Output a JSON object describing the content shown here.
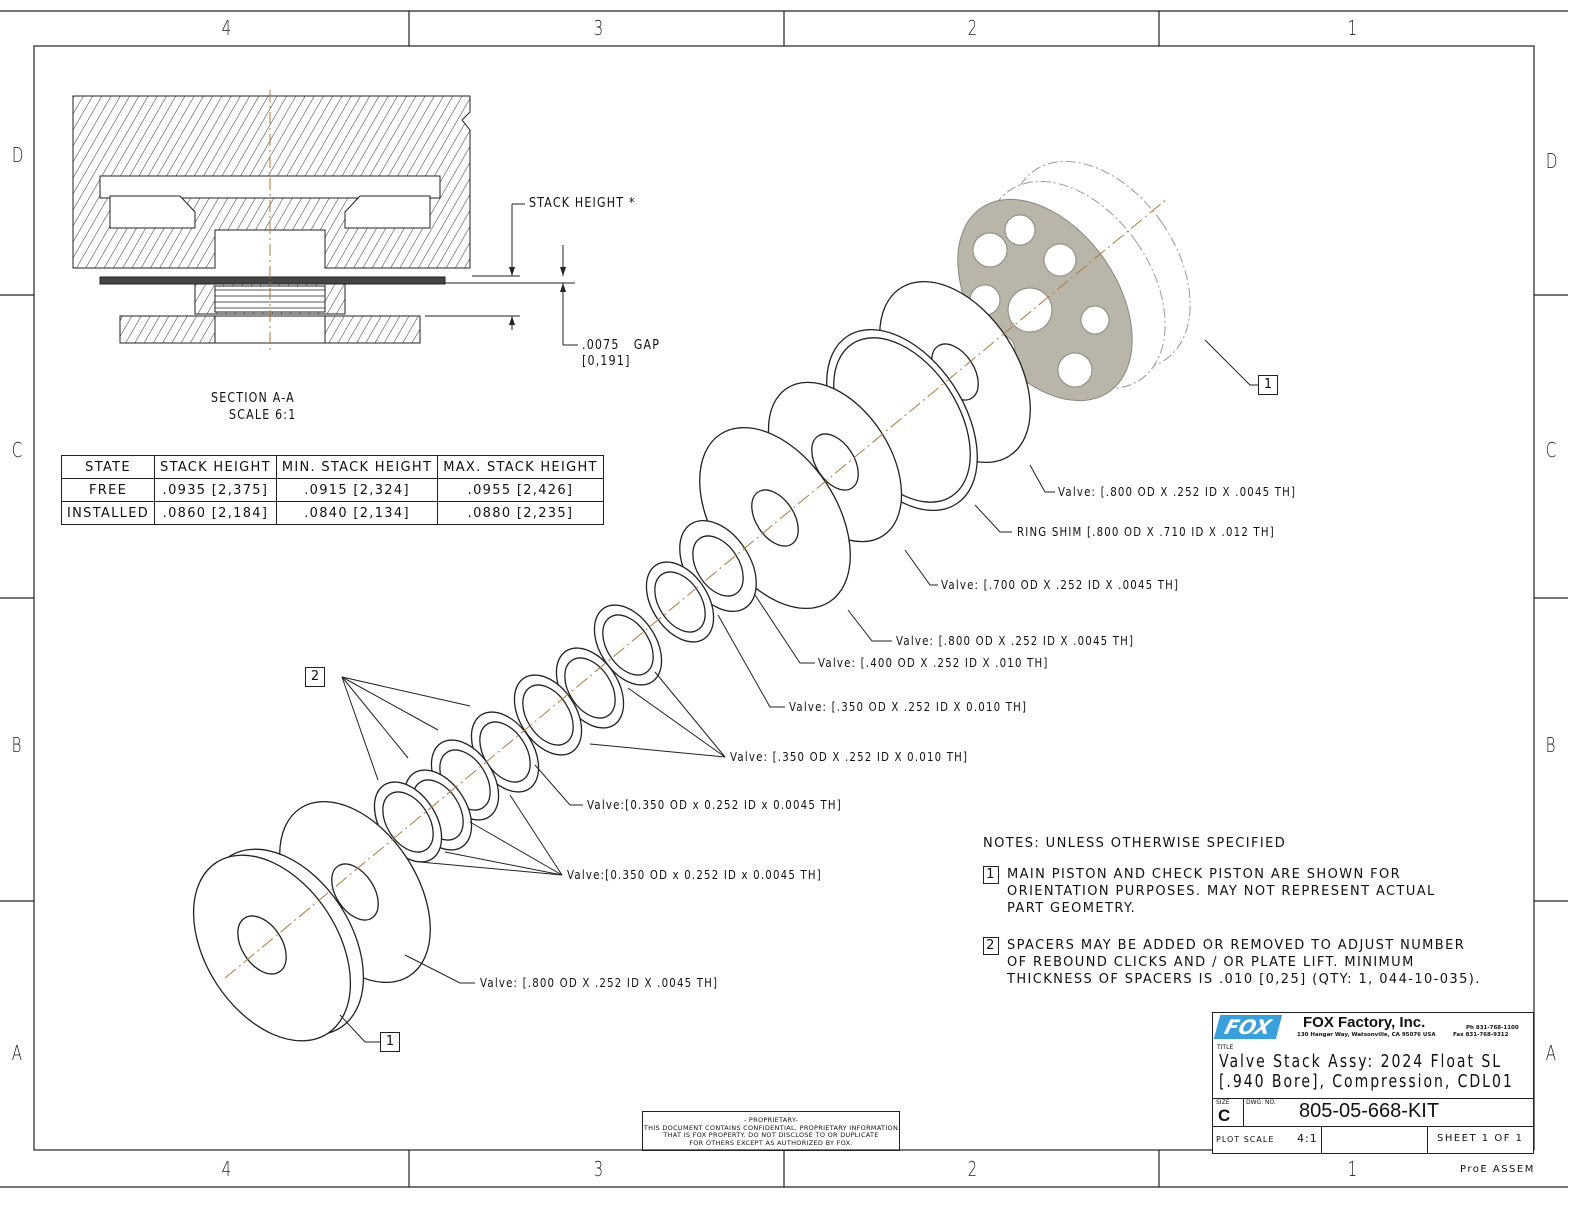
{
  "border": {
    "columns_top": [
      "4",
      "3",
      "2",
      "1"
    ],
    "columns_bottom": [
      "4",
      "3",
      "2",
      "1"
    ],
    "rows_left": [
      "D",
      "C",
      "B",
      "A"
    ],
    "rows_right": [
      "D",
      "C",
      "B",
      "A"
    ]
  },
  "section": {
    "stack_height_label": "STACK HEIGHT *",
    "gap_label": ".0075   GAP",
    "gap_metric": "[0,191]",
    "title": "SECTION A-A",
    "scale": "SCALE 6:1"
  },
  "stack_table": {
    "headers": [
      "STATE",
      "STACK HEIGHT",
      "MIN. STACK HEIGHT",
      "MAX. STACK HEIGHT"
    ],
    "rows": [
      [
        "FREE",
        ".0935 [2,375]",
        ".0915 [2,324]",
        ".0955 [2,426]"
      ],
      [
        "INSTALLED",
        ".0860 [2,184]",
        ".0840 [2,134]",
        ".0880 [2,235]"
      ]
    ]
  },
  "callouts": [
    "Valve: [.800 OD X .252 ID X .0045 TH]",
    "RING SHIM [.800 OD X .710 ID X .012 TH]",
    "Valve: [.700 OD X .252 ID X .0045 TH]",
    "Valve: [.800 OD X .252 ID X .0045 TH]",
    "Valve: [.400 OD X .252 ID X .010 TH]",
    "Valve: [.350 OD X .252 ID X 0.010 TH]",
    "Valve: [.350 OD X .252 ID X 0.010 TH]",
    "Valve:[0.350 OD x 0.252 ID x 0.0045 TH]",
    "Valve:[0.350 OD x 0.252 ID x 0.0045 TH]",
    "Valve: [.800 OD X .252 ID X .0045 TH]"
  ],
  "balloons": [
    "1",
    "2",
    "1"
  ],
  "notes": {
    "heading": "NOTES: UNLESS OTHERWISE SPECIFIED",
    "items": [
      {
        "num": "1",
        "lines": [
          "MAIN PISTON AND CHECK PISTON ARE SHOWN FOR",
          "ORIENTATION PURPOSES. MAY NOT REPRESENT ACTUAL",
          "PART GEOMETRY."
        ]
      },
      {
        "num": "2",
        "lines": [
          "SPACERS MAY BE ADDED OR REMOVED TO ADJUST NUMBER",
          "OF REBOUND CLICKS AND / OR PLATE LIFT. MINIMUM",
          "THICKNESS OF SPACERS IS .010 [0,25] (QTY: 1, 044-10-035)."
        ]
      }
    ]
  },
  "proprietary": {
    "lines": [
      "- PROPRIETARY-",
      "THIS DOCUMENT CONTAINS CONFIDENTIAL, PROPRIETARY INFORMATION",
      "THAT IS FOX PROPERTY.  DO NOT DISCLOSE TO OR DUPLICATE",
      "FOR OTHERS EXCEPT AS AUTHORIZED BY FOX."
    ]
  },
  "title_block": {
    "logo_text": "FOX",
    "company": "FOX Factory, Inc.",
    "address": "130 Hangar Way, Watsonville, CA 95076 USA",
    "phone": "Ph 831-768-1100",
    "fax": "Fax 831-768-9312",
    "title_label": "TITLE",
    "title_line1": "Valve Stack Assy: 2024 Float SL",
    "title_line2": "[.940 Bore], Compression, CDL01",
    "size_label": "SIZE",
    "size": "C",
    "dwg_label": "DWG. NO.",
    "dwg_no": "805-05-668-KIT",
    "plot_scale_label": "PLOT SCALE",
    "plot_scale": "4:1",
    "sheet": "SHEET 1 OF 1",
    "cad": "ProE ASSEM"
  },
  "colors": {
    "line": "#222222",
    "piston": "#b9b5a8",
    "axis": "#b07a3a",
    "logo": "#3aa0dc"
  }
}
